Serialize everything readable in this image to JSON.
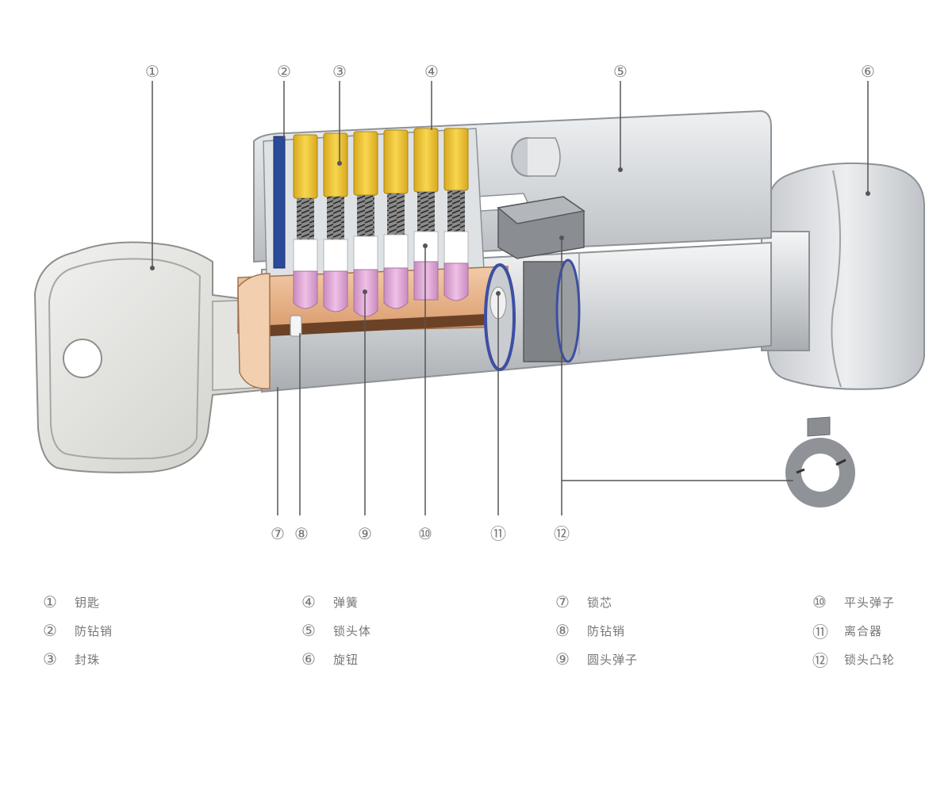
{
  "callouts": [
    "①",
    "②",
    "③",
    "④",
    "⑤",
    "⑥",
    "⑦",
    "⑧",
    "⑨",
    "⑩",
    "⑪",
    "⑫"
  ],
  "legend": [
    {
      "num": "①",
      "text": "钥匙"
    },
    {
      "num": "②",
      "text": "防钻销"
    },
    {
      "num": "③",
      "text": "封珠"
    },
    {
      "num": "④",
      "text": "弹簧"
    },
    {
      "num": "⑤",
      "text": "锁头体"
    },
    {
      "num": "⑥",
      "text": "旋钮"
    },
    {
      "num": "⑦",
      "text": "锁芯"
    },
    {
      "num": "⑧",
      "text": "防钻销"
    },
    {
      "num": "⑨",
      "text": "圆头弹子"
    },
    {
      "num": "⑩",
      "text": "平头弹子"
    },
    {
      "num": "⑪",
      "text": "离合器"
    },
    {
      "num": "⑫",
      "text": "锁头凸轮"
    }
  ],
  "colors": {
    "pin_top": "#f2c93a",
    "pin_mid": "#ffffff",
    "pin_bottom": "#e2a7d6",
    "anti_drill": "#2a4a9a",
    "body_metal": "#d8dadc",
    "plug_copper": "#e8b48a",
    "line": "#555555"
  }
}
